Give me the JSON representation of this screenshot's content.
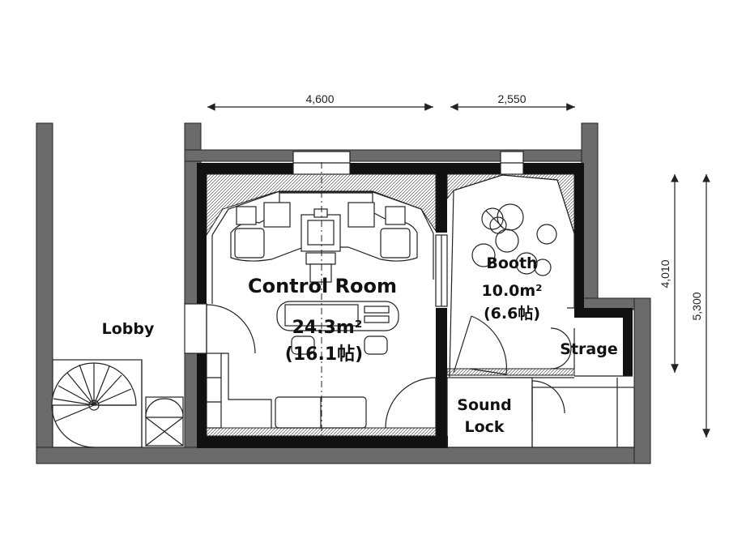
{
  "dimensions": {
    "top_left": "4,600",
    "top_right": "2,550",
    "right_inner": "4,010",
    "right_outer": "5,300"
  },
  "rooms": {
    "control_room": {
      "name": "Control Room",
      "area": "24.3m²",
      "tatami": "(16.1帖)"
    },
    "booth": {
      "name": "Booth",
      "area": "10.0m²",
      "tatami": "(6.6帖)"
    },
    "lobby": {
      "name": "Lobby"
    },
    "storage": {
      "name": "Strage"
    },
    "sound_lock": {
      "line1": "Sound",
      "line2": "Lock"
    }
  },
  "colors": {
    "wall_outer": "#6b6b6b",
    "wall_inner": "#111111",
    "line": "#222222"
  }
}
